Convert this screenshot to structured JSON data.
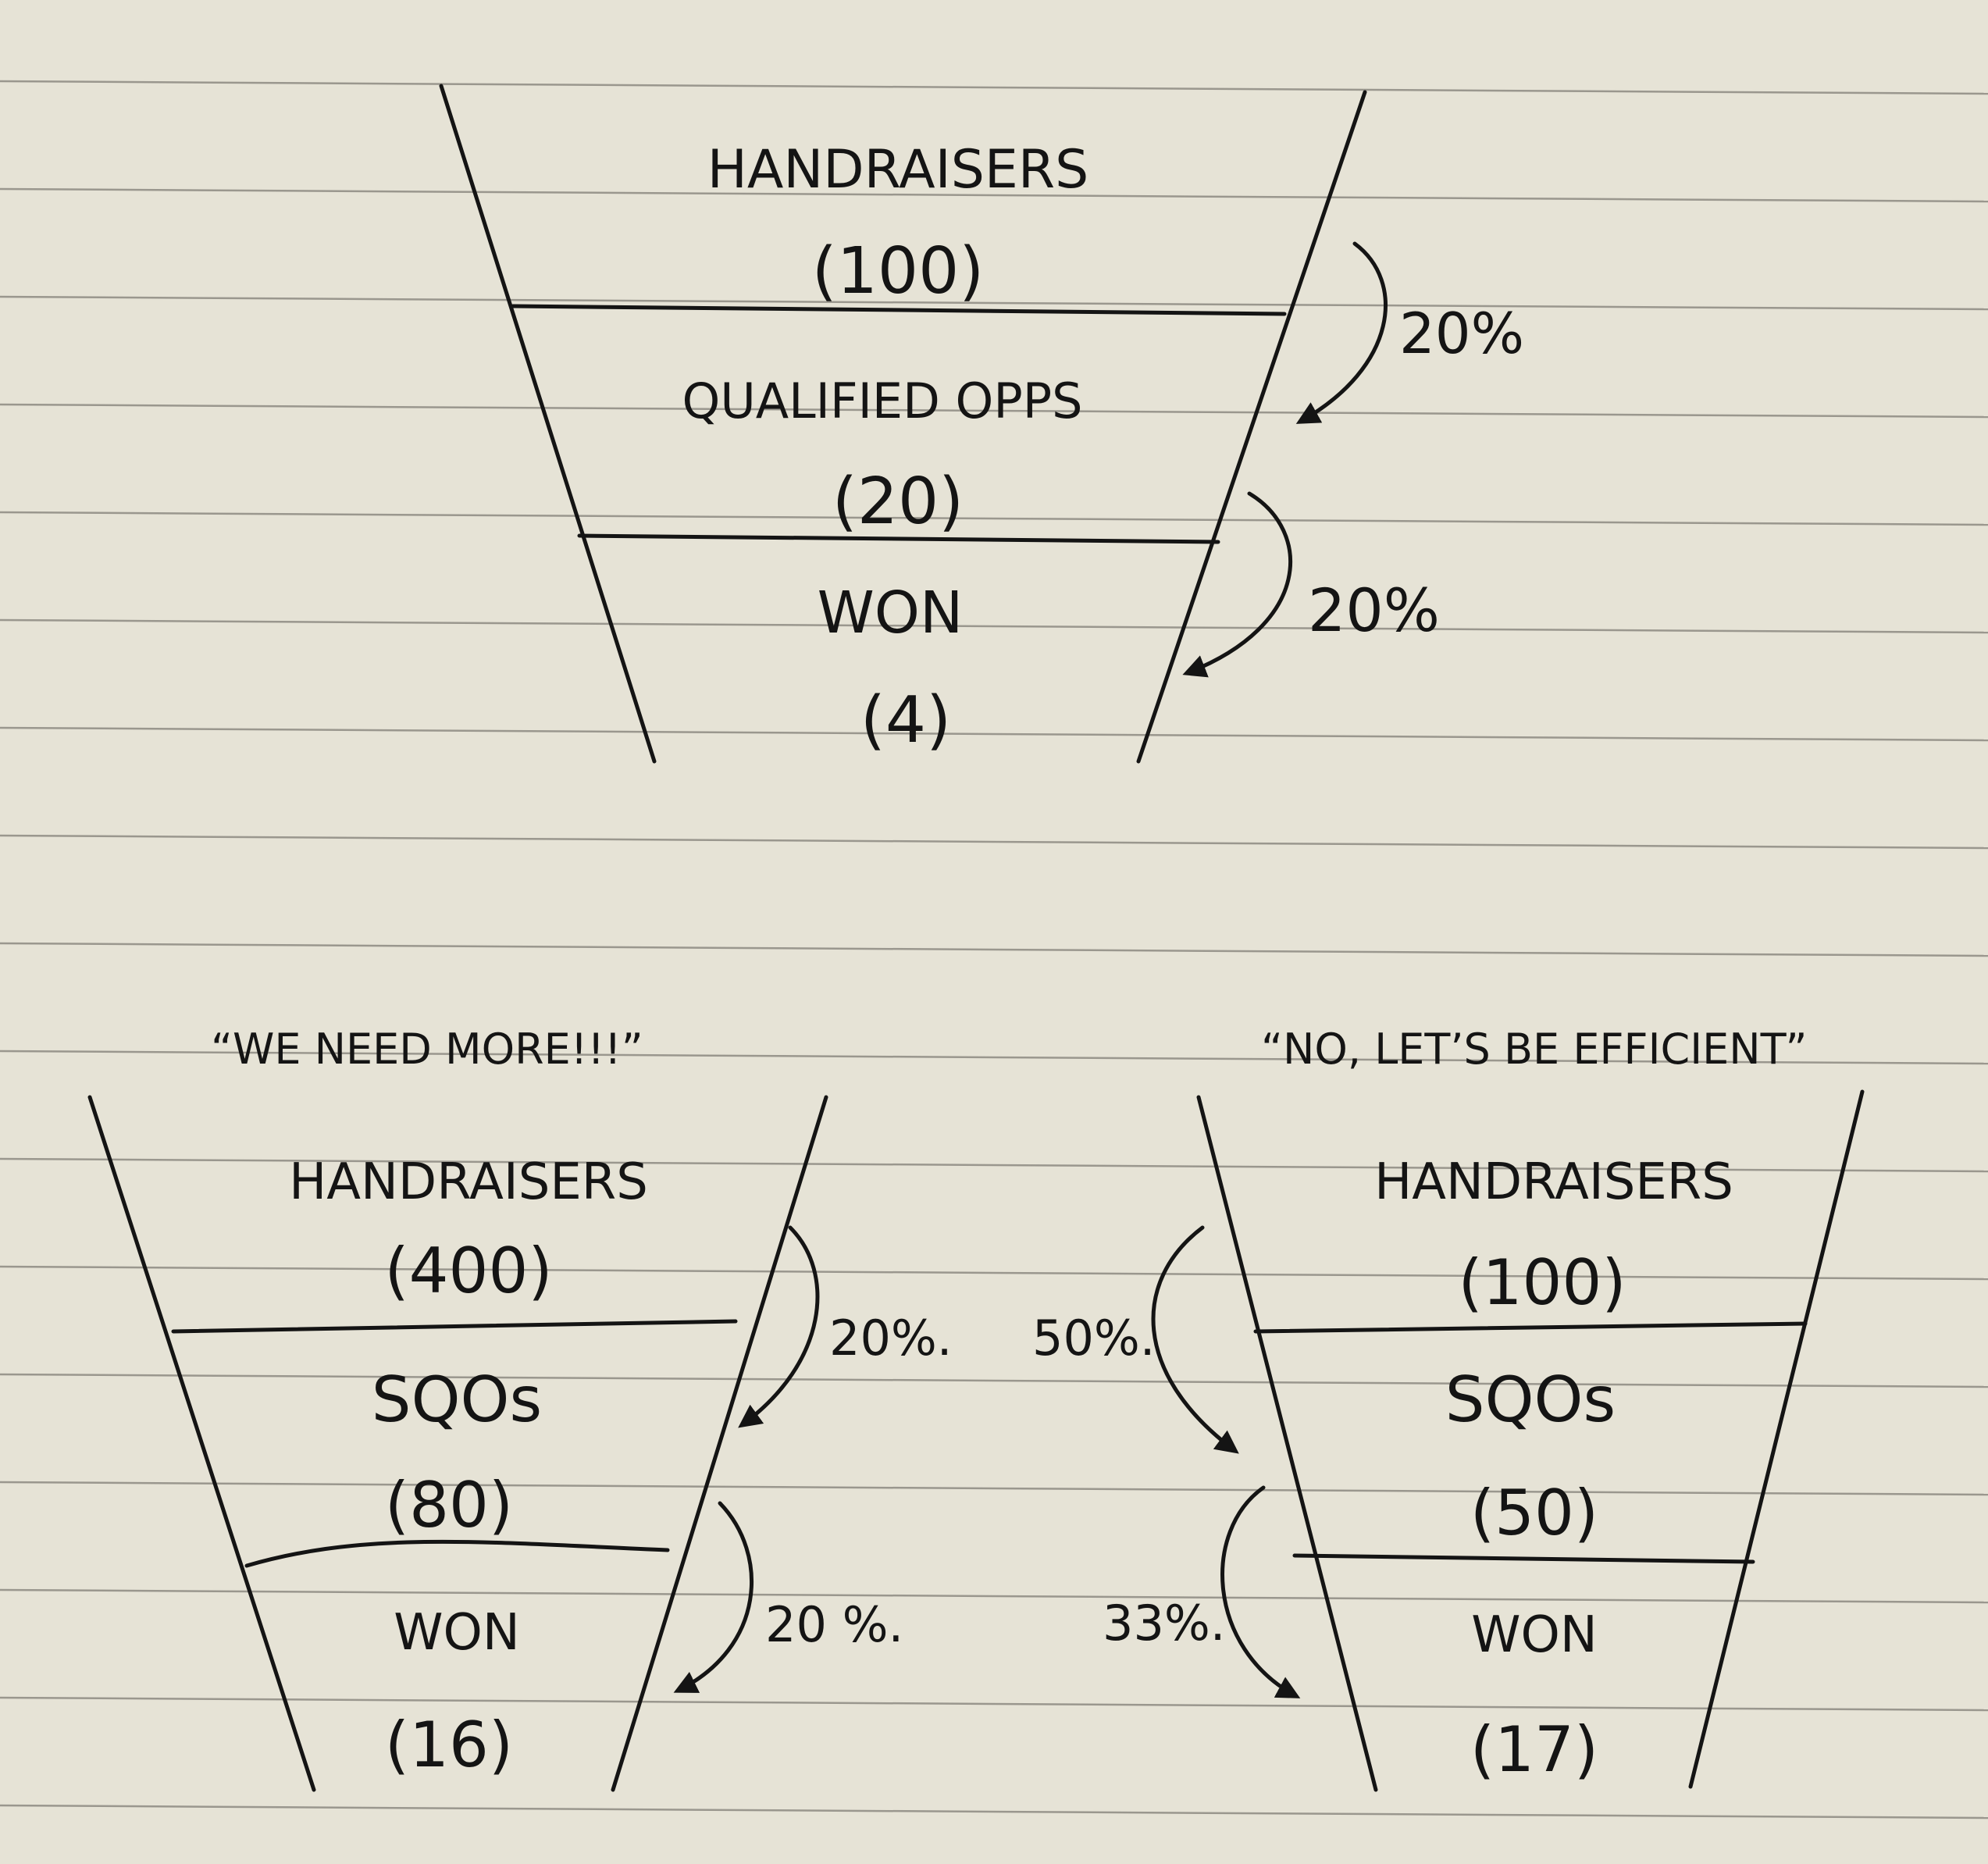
{
  "paper": {
    "background": "#e6e3d6",
    "rule_color": "#9a978e",
    "ink_color": "#141414"
  },
  "top_funnel": {
    "stages": [
      {
        "label": "HANDRAISERS",
        "count": "(100)"
      },
      {
        "label": "QUALIFIED OPPS",
        "count": "(20)"
      },
      {
        "label": "WON",
        "count": "(4)"
      }
    ],
    "conversions": [
      "20%",
      "20%"
    ]
  },
  "left_funnel": {
    "caption": "“WE NEED MORE!!!”",
    "stages": [
      {
        "label": "HANDRAISERS",
        "count": "(400)"
      },
      {
        "label": "SQOs",
        "count": "(80)"
      },
      {
        "label": "WON",
        "count": "(16)"
      }
    ],
    "conversions": [
      "20%.",
      "20 %."
    ]
  },
  "right_funnel": {
    "caption": "“NO, LET’S BE EFFICIENT”",
    "stages": [
      {
        "label": "HANDRAISERS",
        "count": "(100)"
      },
      {
        "label": "SQOs",
        "count": "(50)"
      },
      {
        "label": "WON",
        "count": "(17)"
      }
    ],
    "conversions": [
      "50%.",
      "33%."
    ]
  }
}
